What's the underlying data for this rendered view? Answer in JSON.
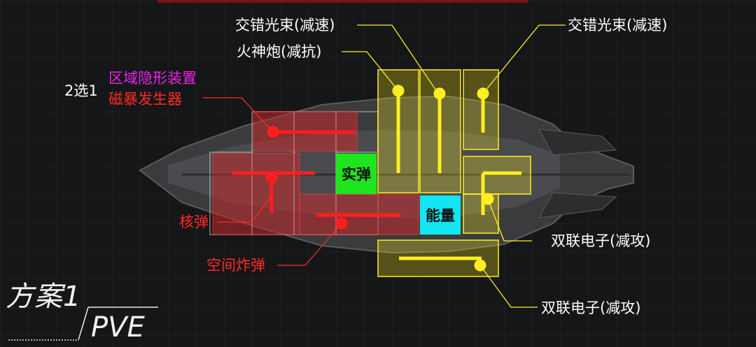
{
  "labels": {
    "cross_beam_left": "交错光束(减速)",
    "cross_beam_right": "交错光束(减速)",
    "fire_cannon": "火神炮(减抗)",
    "choose_hint": "2选1",
    "stealth_device": "区域隐形装置",
    "magnetic_generator": "磁暴发生器",
    "nuke": "核弹",
    "space_bomb": "空间炸弹",
    "twin_electron_upper": "双联电子(减攻)",
    "twin_electron_lower": "双联电子(减攻)"
  },
  "slot_tags": {
    "kinetic": "实弹",
    "energy": "能量"
  },
  "plan": {
    "title": "方案1",
    "mode": "PVE"
  },
  "colors": {
    "yellow_weapon": "#ffee22",
    "red_weapon": "#ff1e1e",
    "kinetic_slot": "#1fe51f",
    "energy_slot": "#11e6f2",
    "purple_text": "#ee22ee"
  }
}
